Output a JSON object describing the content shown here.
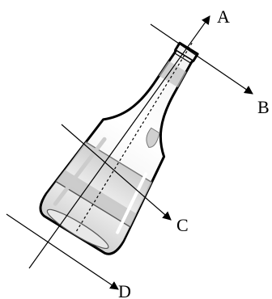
{
  "diagram": {
    "labels": {
      "a": "A",
      "b": "B",
      "c": "C",
      "d": "D"
    },
    "colors": {
      "ink": "#000000",
      "glass": "#ffffff",
      "liquid": "#d9d9d9",
      "liquid_light": "#eeeeee",
      "shadow": "#bdbdbd"
    }
  }
}
